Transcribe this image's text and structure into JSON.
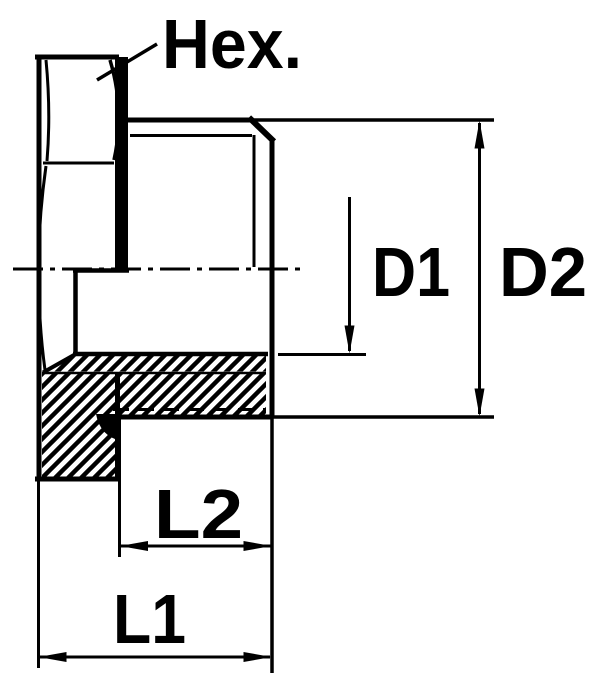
{
  "diagram": {
    "kind": "engineering-drawing-cross-section",
    "part": "hex-head-threaded-plug-with-seal",
    "background_color": "#ffffff",
    "line_color": "#000000",
    "labels": {
      "hex": "Hex.",
      "d1": "D1",
      "d2": "D2",
      "l2": "L2",
      "l1": "L1"
    }
  }
}
